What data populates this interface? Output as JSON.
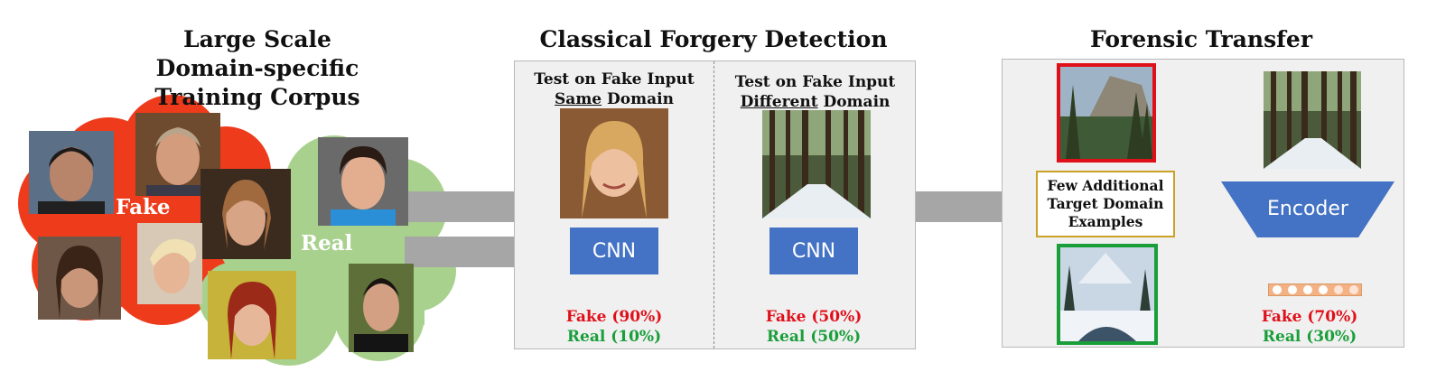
{
  "corpus": {
    "title_line1": "Large Scale",
    "title_line2": "Domain-specific",
    "title_line3": "Training Corpus",
    "fake_label": "Fake",
    "real_label": "Real"
  },
  "classical": {
    "title": "Classical Forgery Detection",
    "same": {
      "header_line1": "Test on Fake Input",
      "header_emph": "Same",
      "header_rest": " Domain",
      "model": "CNN",
      "fake_result": "Fake (90%)",
      "real_result": "Real (10%)"
    },
    "different": {
      "header_line1": "Test on Fake Input",
      "header_emph": "Different",
      "header_rest": " Domain",
      "model": "CNN",
      "fake_result": "Fake (50%)",
      "real_result": "Real (50%)"
    }
  },
  "transfer": {
    "title": "Forensic Transfer",
    "few_line1": "Few Additional",
    "few_line2": "Target Domain",
    "few_line3": "Examples",
    "model": "Encoder",
    "fake_result": "Fake (70%)",
    "real_result": "Real (30%)"
  },
  "colors": {
    "fake_red": "#e0101a",
    "real_green": "#1a9e3a",
    "cnn_blue": "#4472c4",
    "arrow_gray": "#a6a6a6",
    "fake_blob": "#ee3b1b",
    "real_blob": "#a9d18e"
  }
}
